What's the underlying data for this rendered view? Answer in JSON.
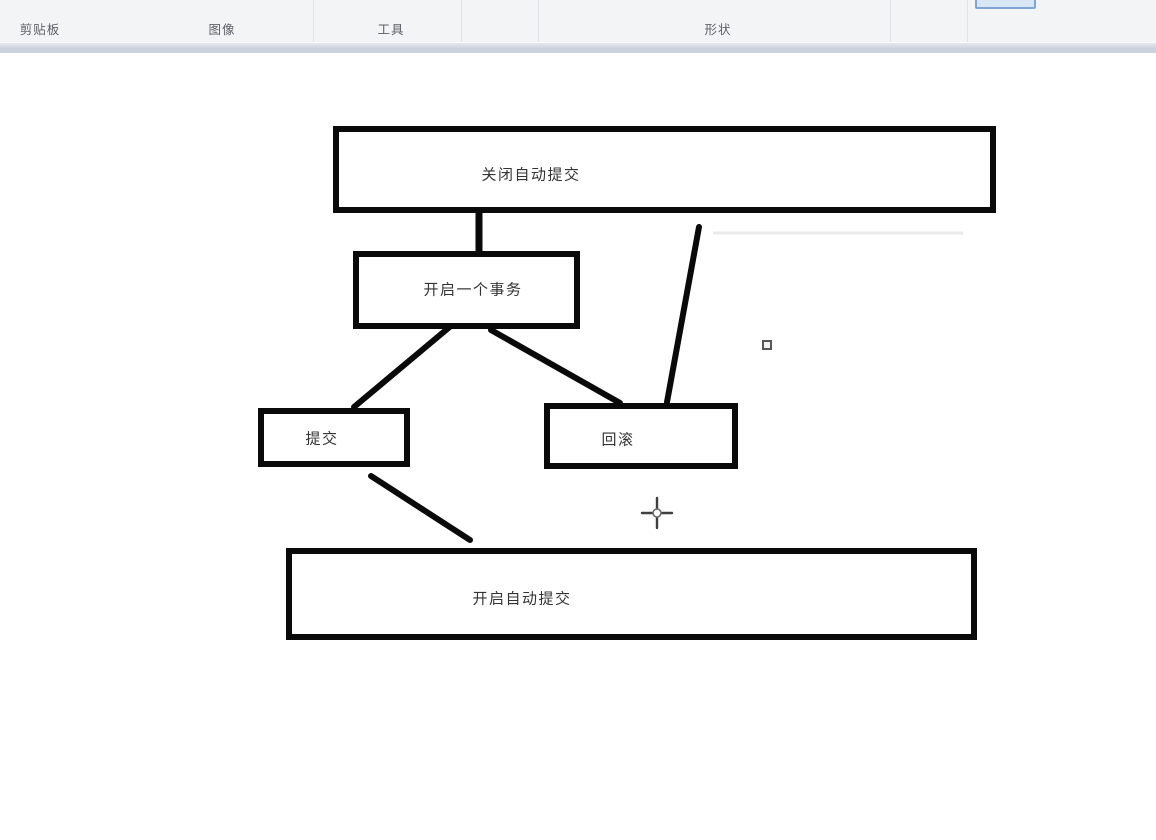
{
  "app": {
    "type": "paint-drawing-app"
  },
  "colors": {
    "ribbon_bg": "#f3f4f6",
    "ribbon_label": "#5d6167",
    "ribbon_band": "#ccd3de",
    "accent_button_border": "#7ea5d6",
    "accent_button_fill": "#d6e6f5",
    "drawing_stroke": "#0a0a0a",
    "canvas_bg": "#ffffff"
  },
  "ribbon": {
    "groups": [
      {
        "label": "剪贴板"
      },
      {
        "label": "图像"
      },
      {
        "label": "工具"
      },
      {
        "label": "形状"
      }
    ]
  },
  "diagram": {
    "nodes": [
      {
        "id": "close-autocommit",
        "label": "关闭自动提交"
      },
      {
        "id": "begin-transaction",
        "label": "开启一个事务"
      },
      {
        "id": "commit",
        "label": "提交"
      },
      {
        "id": "rollback",
        "label": "回滚"
      },
      {
        "id": "enable-autocommit",
        "label": "开启自动提交"
      }
    ]
  }
}
